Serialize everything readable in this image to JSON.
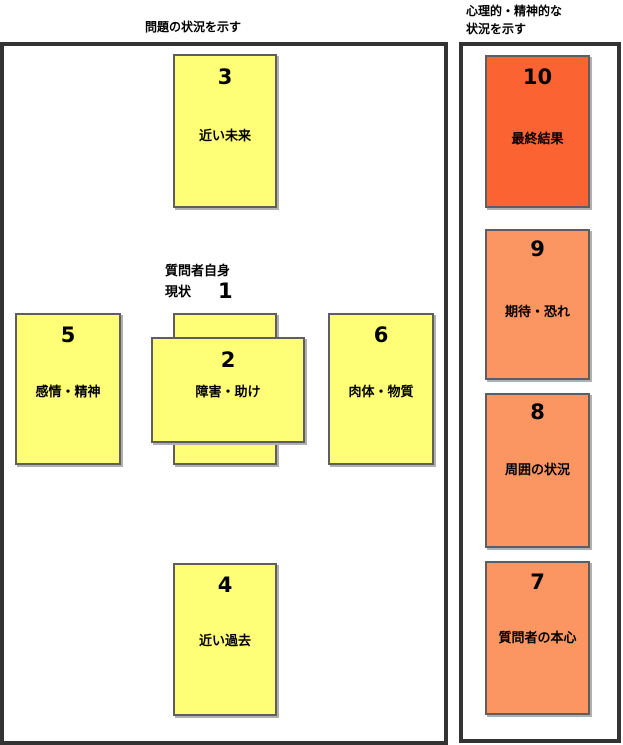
{
  "left_panel": {
    "title": "問題の状況を示す"
  },
  "right_panel": {
    "title_line1": "心理的・精神的な",
    "title_line2": "状況を示す"
  },
  "cards": {
    "c3": {
      "number": "3",
      "label": "近い未来"
    },
    "c1": {
      "caption_line1": "質問者自身",
      "caption_line2": "現状",
      "number": "1"
    },
    "c2": {
      "number": "2",
      "label": "障害・助け"
    },
    "c5": {
      "number": "5",
      "label": "感情・精神"
    },
    "c6": {
      "number": "6",
      "label": "肉体・物質"
    },
    "c4": {
      "number": "4",
      "label": "近い過去"
    },
    "c10": {
      "number": "10",
      "label": "最終結果"
    },
    "c9": {
      "number": "9",
      "label": "期待・恐れ"
    },
    "c8": {
      "number": "8",
      "label": "周囲の状況"
    },
    "c7": {
      "number": "7",
      "label": "質問者の本心"
    }
  },
  "colors": {
    "yellow_card": "#ffff77",
    "orange_card": "#fb9561",
    "red_card": "#fc6333",
    "frame_border": "#333333"
  }
}
